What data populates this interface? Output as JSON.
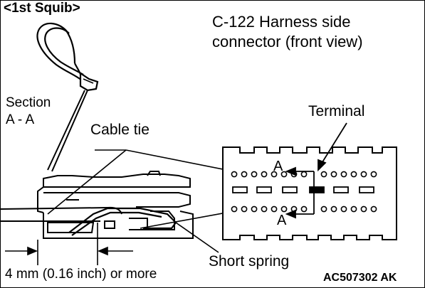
{
  "labels": {
    "squib": "<1st Squib>",
    "connector_title_line1": "C-122 Harness side",
    "connector_title_line2": "connector (front view)",
    "section_line1": "Section",
    "section_line2": "A - A",
    "cable_tie": "Cable tie",
    "terminal": "Terminal",
    "short_spring": "Short spring",
    "measurement": "4 mm (0.16 inch) or more",
    "section_marker": "A",
    "figure_code": "AC507302 AK"
  },
  "colors": {
    "ink": "#000000",
    "paper": "#ffffff"
  }
}
